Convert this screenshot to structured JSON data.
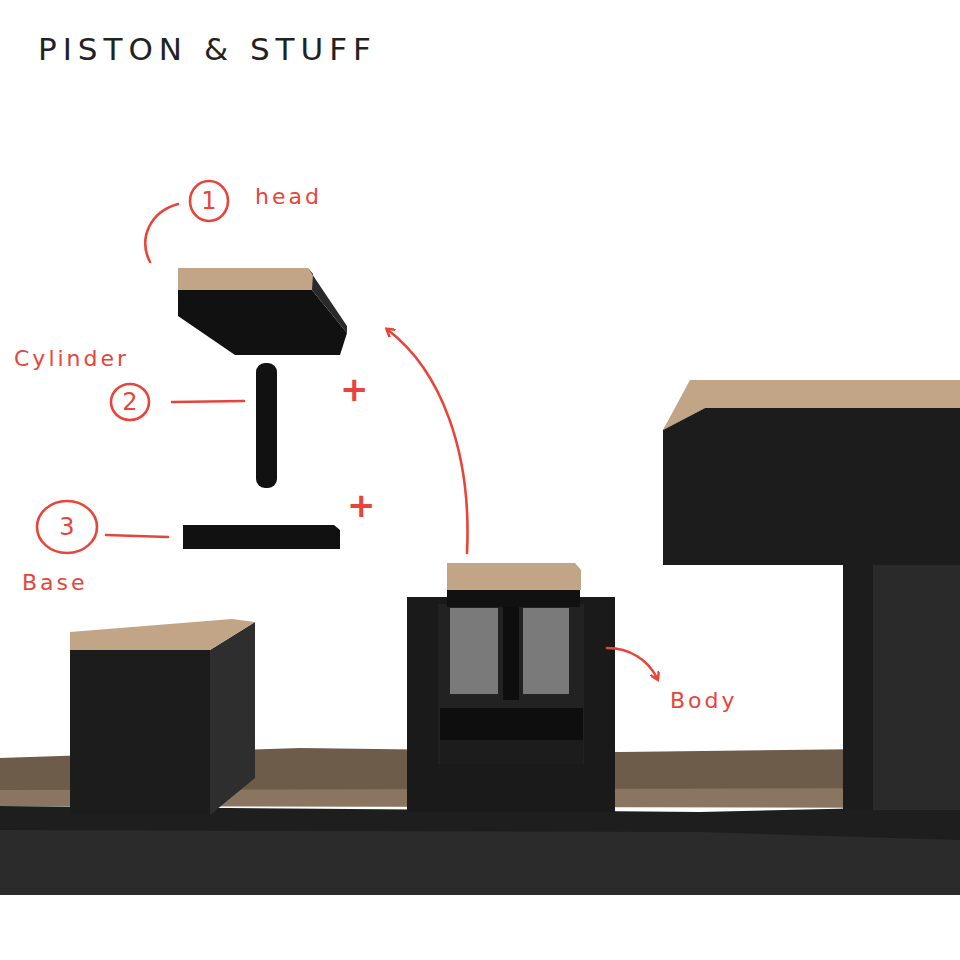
{
  "diagram": {
    "title": "PISTON & STUFF",
    "labels": [
      "1",
      "head",
      "Cylinder",
      "2",
      "+",
      "+",
      "3",
      "Base",
      "Body"
    ]
  }
}
